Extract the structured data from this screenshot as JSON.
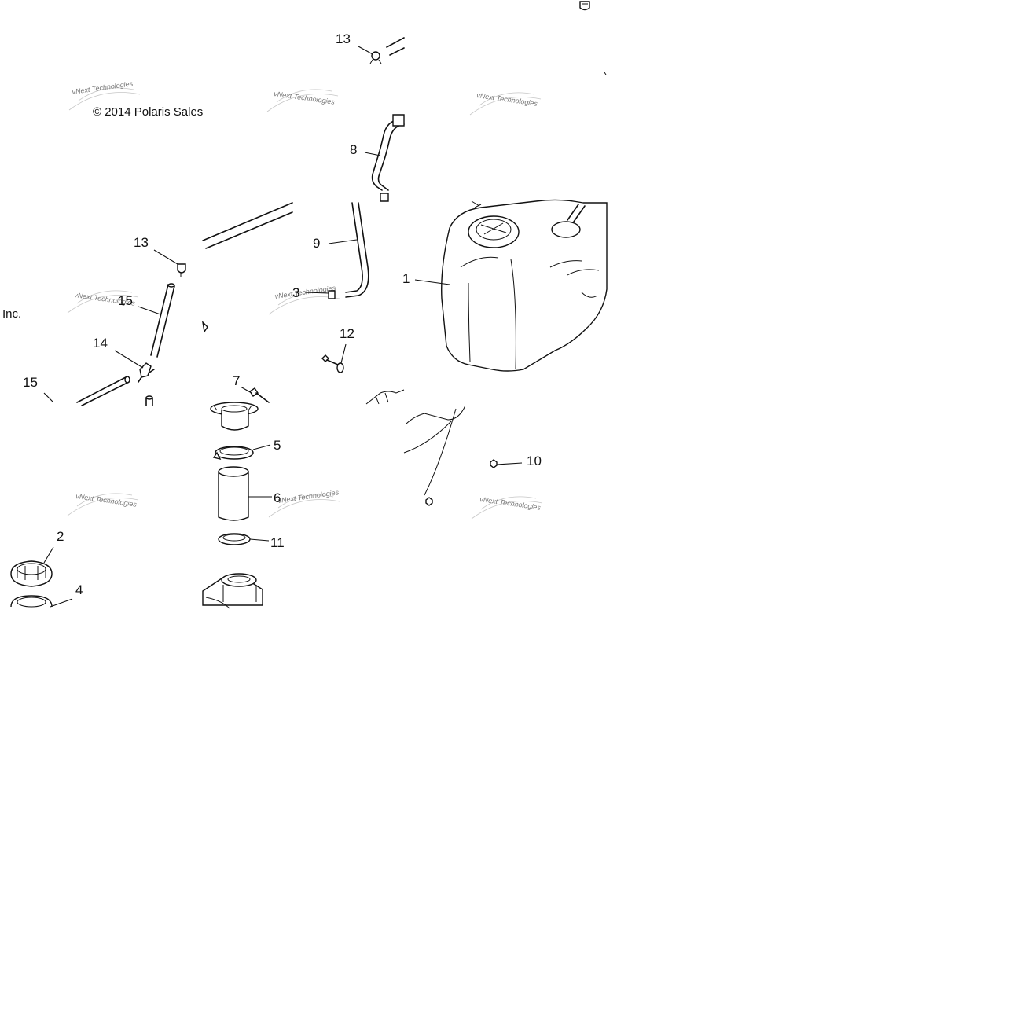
{
  "copyright": {
    "line1": "© 2014 Polaris Sales",
    "line2": "Inc."
  },
  "watermark": {
    "text": "vNext Technologies"
  },
  "callouts": {
    "c1": "1",
    "c2": "2",
    "c3": "3",
    "c4": "4",
    "c5": "5",
    "c6": "6",
    "c7": "7",
    "c8": "8",
    "c9": "9",
    "c10": "10",
    "c11": "11",
    "c12": "12",
    "c13a": "13",
    "c13b": "13",
    "c14": "14",
    "c15a": "15",
    "c15b": "15"
  }
}
